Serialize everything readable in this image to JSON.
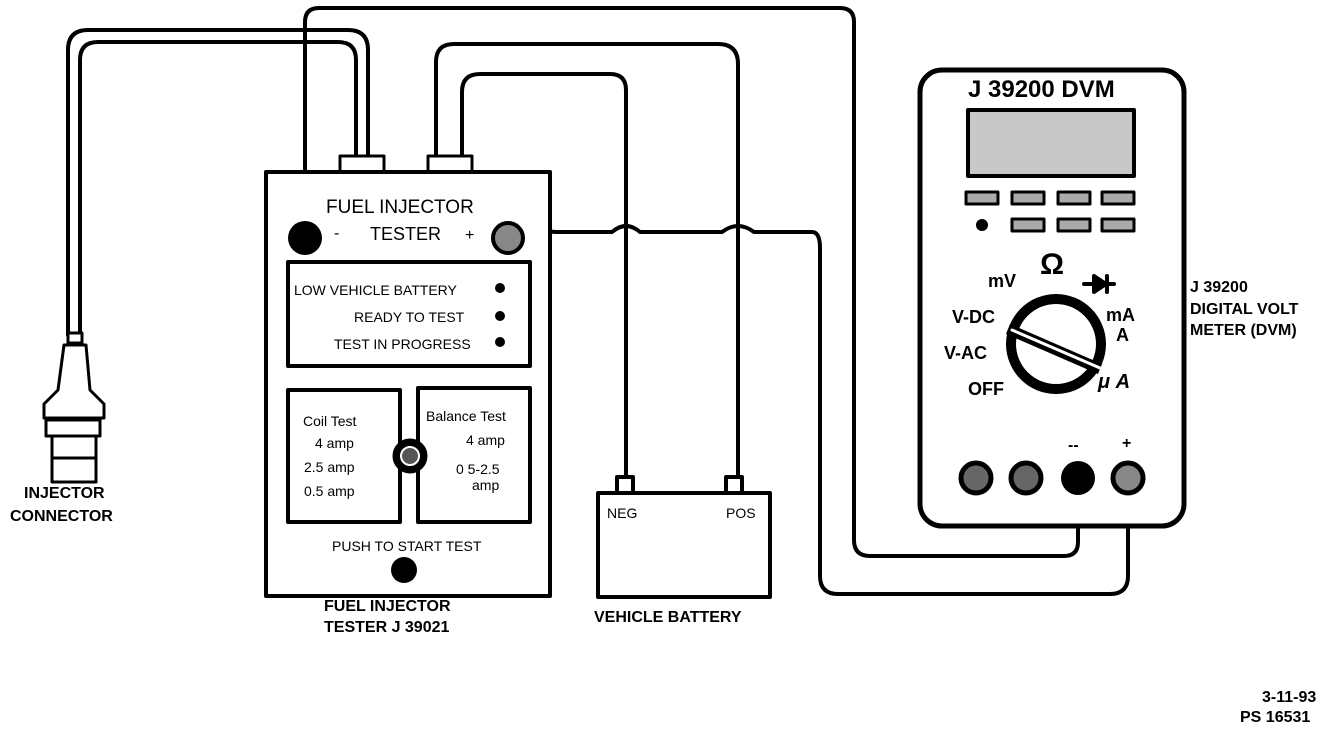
{
  "injector_connector": {
    "line1": "INJECTOR",
    "line2": "CONNECTOR"
  },
  "tester": {
    "title_line1": "FUEL INJECTOR",
    "title_line2": "TESTER",
    "minus": "-",
    "plus": "+",
    "indicators": [
      "LOW VEHICLE BATTERY",
      "READY TO TEST",
      "TEST IN PROGRESS"
    ],
    "coil_test": {
      "title": "Coil Test",
      "values": [
        "4 amp",
        "2.5 amp",
        "0.5 amp"
      ]
    },
    "balance_test": {
      "title": "Balance Test",
      "value1": "4 amp",
      "value2_line1": "0 5-2.5",
      "value2_line2": "amp"
    },
    "push_label": "PUSH TO START TEST",
    "caption_line1": "FUEL INJECTOR",
    "caption_line2": "TESTER J 39021"
  },
  "battery": {
    "neg": "NEG",
    "pos": "POS",
    "caption": "VEHICLE BATTERY"
  },
  "dvm": {
    "title": "J 39200 DVM",
    "dial": {
      "mv": "mV",
      "ohm": "Ω",
      "vdc": "V-DC",
      "vac": "V-AC",
      "off": "OFF",
      "ma": "mA",
      "a": "A",
      "ua": "μ A"
    },
    "minus": "--",
    "plus": "+",
    "side_label": [
      "J 39200",
      "DIGITAL VOLT",
      "METER (DVM)"
    ]
  },
  "figure_id": {
    "date": "3-11-93",
    "code": "PS 16531"
  }
}
